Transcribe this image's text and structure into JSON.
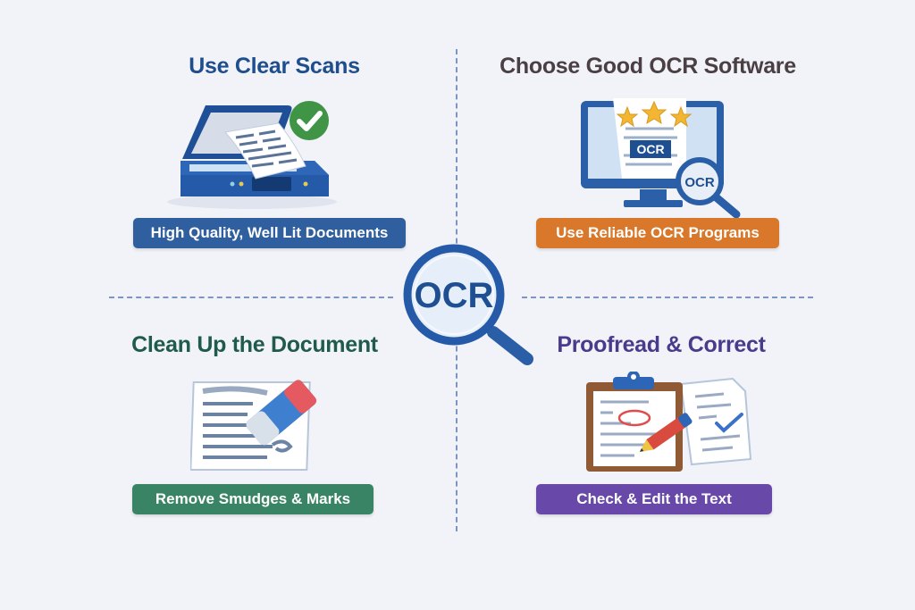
{
  "center": {
    "label": "OCR",
    "icon": "magnifying-glass-icon"
  },
  "quadrants": [
    {
      "title": "Use Clear Scans",
      "tag": "High Quality, Well Lit Documents",
      "icon": "scanner-icon",
      "badge_icon": "checkmark-icon",
      "title_color": "#1e4e8c",
      "tag_color": "#2f5f9e"
    },
    {
      "title": "Choose Good OCR Software",
      "tag": "Use Reliable OCR Programs",
      "icon": "monitor-icon",
      "screen_label": "OCR",
      "lens_label": "OCR",
      "rating_stars": 3,
      "title_color": "#4a3f42",
      "tag_color": "#d9782a"
    },
    {
      "title": "Clean Up the Document",
      "tag": "Remove Smudges & Marks",
      "icon": "eraser-icon",
      "title_color": "#1f5a4c",
      "tag_color": "#3a8466"
    },
    {
      "title": "Proofread & Correct",
      "tag": "Check & Edit the Text",
      "icon": "clipboard-icon",
      "title_color": "#4a3a8c",
      "tag_color": "#6848a8"
    }
  ]
}
